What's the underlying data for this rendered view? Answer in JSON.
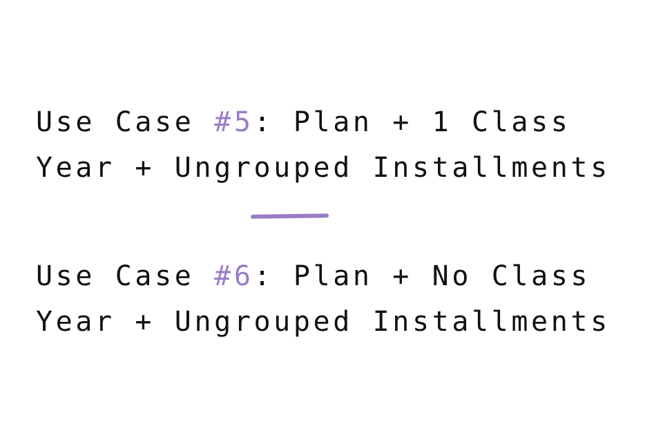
{
  "accent_color": "#9a7cc4",
  "use_cases": [
    {
      "prefix": "Use Case ",
      "number": "#5",
      "line1_rest": ": Plan + 1 Class",
      "line2": "Year + Ungrouped Installments"
    },
    {
      "prefix": "Use Case ",
      "number": "#6",
      "line1_rest": ": Plan + No Class",
      "line2": "Year + Ungrouped Installments"
    }
  ]
}
